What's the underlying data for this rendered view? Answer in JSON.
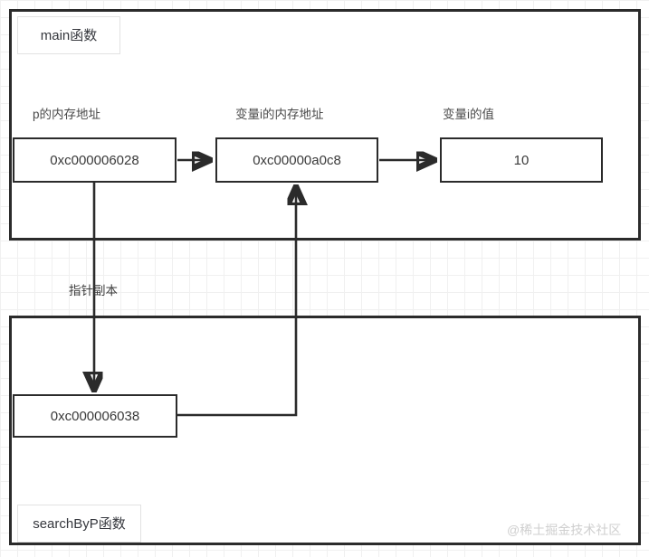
{
  "diagram": {
    "title_hint": "Go pointer pass-by-value memory diagram",
    "watermark": "@稀土掘金技术社区",
    "panels": [
      {
        "tag": "main函数"
      },
      {
        "tag": "searchByP函数"
      }
    ],
    "captions": {
      "p_address": "p的内存地址",
      "i_address": "变量i的内存地址",
      "i_value": "变量i的值"
    },
    "boxes": {
      "p_addr_value": "0xc000006028",
      "i_addr_value": "0xc00000a0c8",
      "i_val_value": "10",
      "p_copy_value": "0xc000006038"
    },
    "edges": {
      "pointer_copy_label": "指针副本"
    },
    "colors": {
      "stroke": "#2b2b2b",
      "grid_minor": "#f0f0f0",
      "grid_major": "#e6e6e6",
      "text": "#3a3a3a",
      "watermark": "#cfcfcf",
      "tag_border": "#e2e2e2"
    }
  }
}
